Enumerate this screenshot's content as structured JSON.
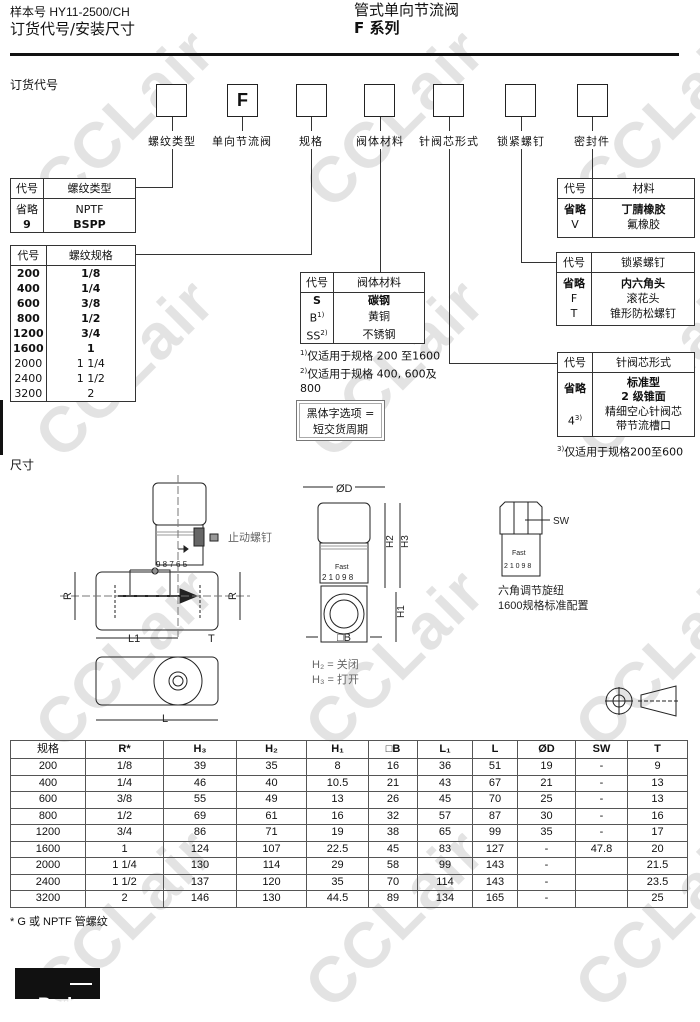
{
  "header": {
    "catalog": "样本号 HY11-2500/CH",
    "section": "订货代号/安装尺寸",
    "product": "管式单向节流阀",
    "series": "F 系列"
  },
  "ordering": {
    "title": "订货代号",
    "boxes": [
      "",
      "F",
      "",
      "",
      "",
      "",
      ""
    ],
    "labels": [
      "螺纹类型",
      "单向节流阀",
      "规格",
      "阀体材料",
      "针阀芯形式",
      "锁紧螺钉",
      "密封件"
    ]
  },
  "thread_type": {
    "head": [
      "代号",
      "螺纹类型"
    ],
    "rows": [
      [
        "省略",
        "NPTF"
      ],
      [
        "9",
        "BSPP"
      ]
    ]
  },
  "thread_size": {
    "head": [
      "代号",
      "螺纹规格"
    ],
    "rows": [
      [
        "200",
        "1/8"
      ],
      [
        "400",
        "1/4"
      ],
      [
        "600",
        "3/8"
      ],
      [
        "800",
        "1/2"
      ],
      [
        "1200",
        "3/4"
      ],
      [
        "1600",
        "1"
      ],
      [
        "2000",
        "1 1/4"
      ],
      [
        "2400",
        "1 1/2"
      ],
      [
        "3200",
        "2"
      ]
    ]
  },
  "body_material": {
    "head": [
      "代号",
      "阀体材料"
    ],
    "rows": [
      [
        "S",
        "碳钢",
        ""
      ],
      [
        "B",
        "黄铜",
        "1)"
      ],
      [
        "SS",
        "不锈钢",
        "2)"
      ]
    ],
    "notes": [
      {
        "mark": "1)",
        "text": "仅适用于规格 200 至1600"
      },
      {
        "mark": "2)",
        "text": "仅适用于规格 400, 600及"
      },
      {
        "mark": "",
        "text": "800"
      }
    ]
  },
  "bold_note": {
    "line1": "黑体字选项 =",
    "line2": "短交货周期"
  },
  "seal": {
    "head": [
      "代号",
      "材料"
    ],
    "rows": [
      [
        "省略",
        "丁腈橡胶"
      ],
      [
        "V",
        "氟橡胶"
      ]
    ]
  },
  "lock_screw": {
    "head": [
      "代号",
      "锁紧螺钉"
    ],
    "rows": [
      [
        "省略",
        "内六角头"
      ],
      [
        "F",
        "滚花头"
      ],
      [
        "T",
        "锥形防松螺钉"
      ]
    ]
  },
  "needle": {
    "head": [
      "代号",
      "针阀芯形式"
    ],
    "rows": [
      [
        "省略",
        "标准型",
        "2 级锥面"
      ],
      [
        "4",
        "精细空心针阀芯",
        "带节流槽口",
        "3)"
      ]
    ],
    "note": {
      "mark": "3)",
      "text": "仅适用于规格200至600"
    }
  },
  "dimensions": {
    "title": "尺寸",
    "labels": {
      "stop_screw": "止动螺钉",
      "R": "R",
      "L1": "L1",
      "T": "T",
      "L": "L",
      "D": "ØD",
      "H2": "H2",
      "H3": "H3",
      "H1": "H1",
      "B": "□B",
      "fast": "Fast",
      "scale1": "9 8 7 6 5",
      "scale2": "2 1 0 9 8",
      "SW": "SW",
      "h2_def": "H₂ = 关闭",
      "h3_def": "H₃ = 打开",
      "hex_note1": "六角调节旋纽",
      "hex_note2": "1600规格标准配置"
    },
    "table": {
      "head": [
        "规格",
        "R*",
        "H₃",
        "H₂",
        "H₁",
        "□B",
        "L₁",
        "L",
        "ØD",
        "SW",
        "T"
      ],
      "rows": [
        [
          "200",
          "1/8",
          "39",
          "35",
          "8",
          "16",
          "36",
          "51",
          "19",
          "-",
          "9"
        ],
        [
          "400",
          "1/4",
          "46",
          "40",
          "10.5",
          "21",
          "43",
          "67",
          "21",
          "-",
          "13"
        ],
        [
          "600",
          "3/8",
          "55",
          "49",
          "13",
          "26",
          "45",
          "70",
          "25",
          "-",
          "13"
        ],
        [
          "800",
          "1/2",
          "69",
          "61",
          "16",
          "32",
          "57",
          "87",
          "30",
          "-",
          "16"
        ],
        [
          "1200",
          "3/4",
          "86",
          "71",
          "19",
          "38",
          "65",
          "99",
          "35",
          "-",
          "17"
        ],
        [
          "1600",
          "1",
          "124",
          "107",
          "22.5",
          "45",
          "83",
          "127",
          "-",
          "47.8",
          "20"
        ],
        [
          "2000",
          "1 1/4",
          "130",
          "114",
          "29",
          "58",
          "99",
          "143",
          "-",
          "",
          "21.5"
        ],
        [
          "2400",
          "1 1/2",
          "137",
          "120",
          "35",
          "70",
          "114",
          "143",
          "-",
          "",
          "23.5"
        ],
        [
          "3200",
          "2",
          "146",
          "130",
          "44.5",
          "89",
          "134",
          "165",
          "-",
          "",
          "25"
        ]
      ],
      "footnote": "* G 或 NPTF 管螺纹"
    }
  },
  "logo": "Parker",
  "watermark": "CCLair"
}
